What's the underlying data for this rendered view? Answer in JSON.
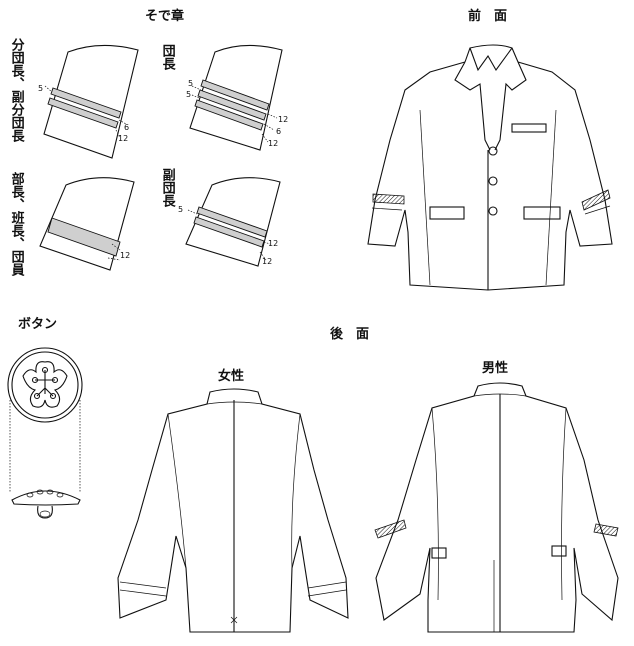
{
  "sleeve_section": {
    "title": "そで章",
    "labels": {
      "bunchou": "分団長、副分団長",
      "danchou": "団長",
      "buchou": "部長、班長、団員",
      "fukudanchou": "副団長"
    },
    "dims": {
      "five": "5",
      "six": "6",
      "twelve": "12"
    }
  },
  "front": {
    "title": "前　面"
  },
  "back": {
    "title": "後　面",
    "female": "女性",
    "male": "男性"
  },
  "button": {
    "title": "ボタン"
  }
}
